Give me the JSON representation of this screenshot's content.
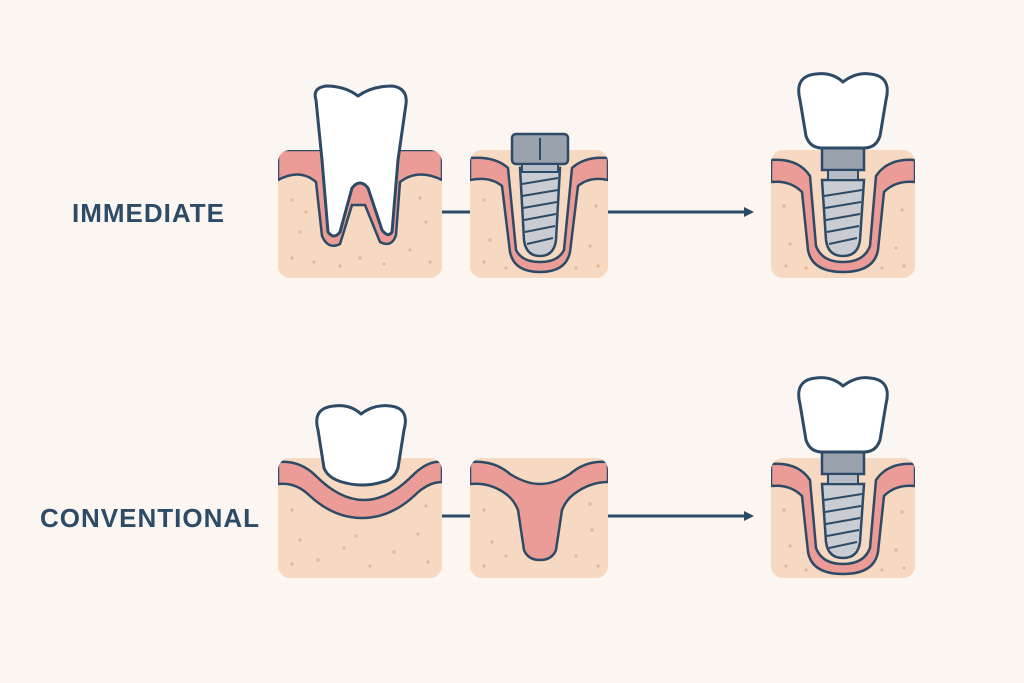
{
  "rows": [
    {
      "label": "IMMEDIATE",
      "steps": [
        "tooth",
        "implant-in-socket",
        "implant-with-crown"
      ]
    },
    {
      "label": "CONVENTIONAL",
      "steps": [
        "tooth-over-gum",
        "healed-socket",
        "implant-with-crown"
      ]
    }
  ],
  "colors": {
    "background": "#fbf6f1",
    "outline": "#2d4a66",
    "bone": "#f6d9c0",
    "gum": "#ec9c97",
    "tooth": "#ffffff",
    "metal": "#9aa2ad"
  }
}
